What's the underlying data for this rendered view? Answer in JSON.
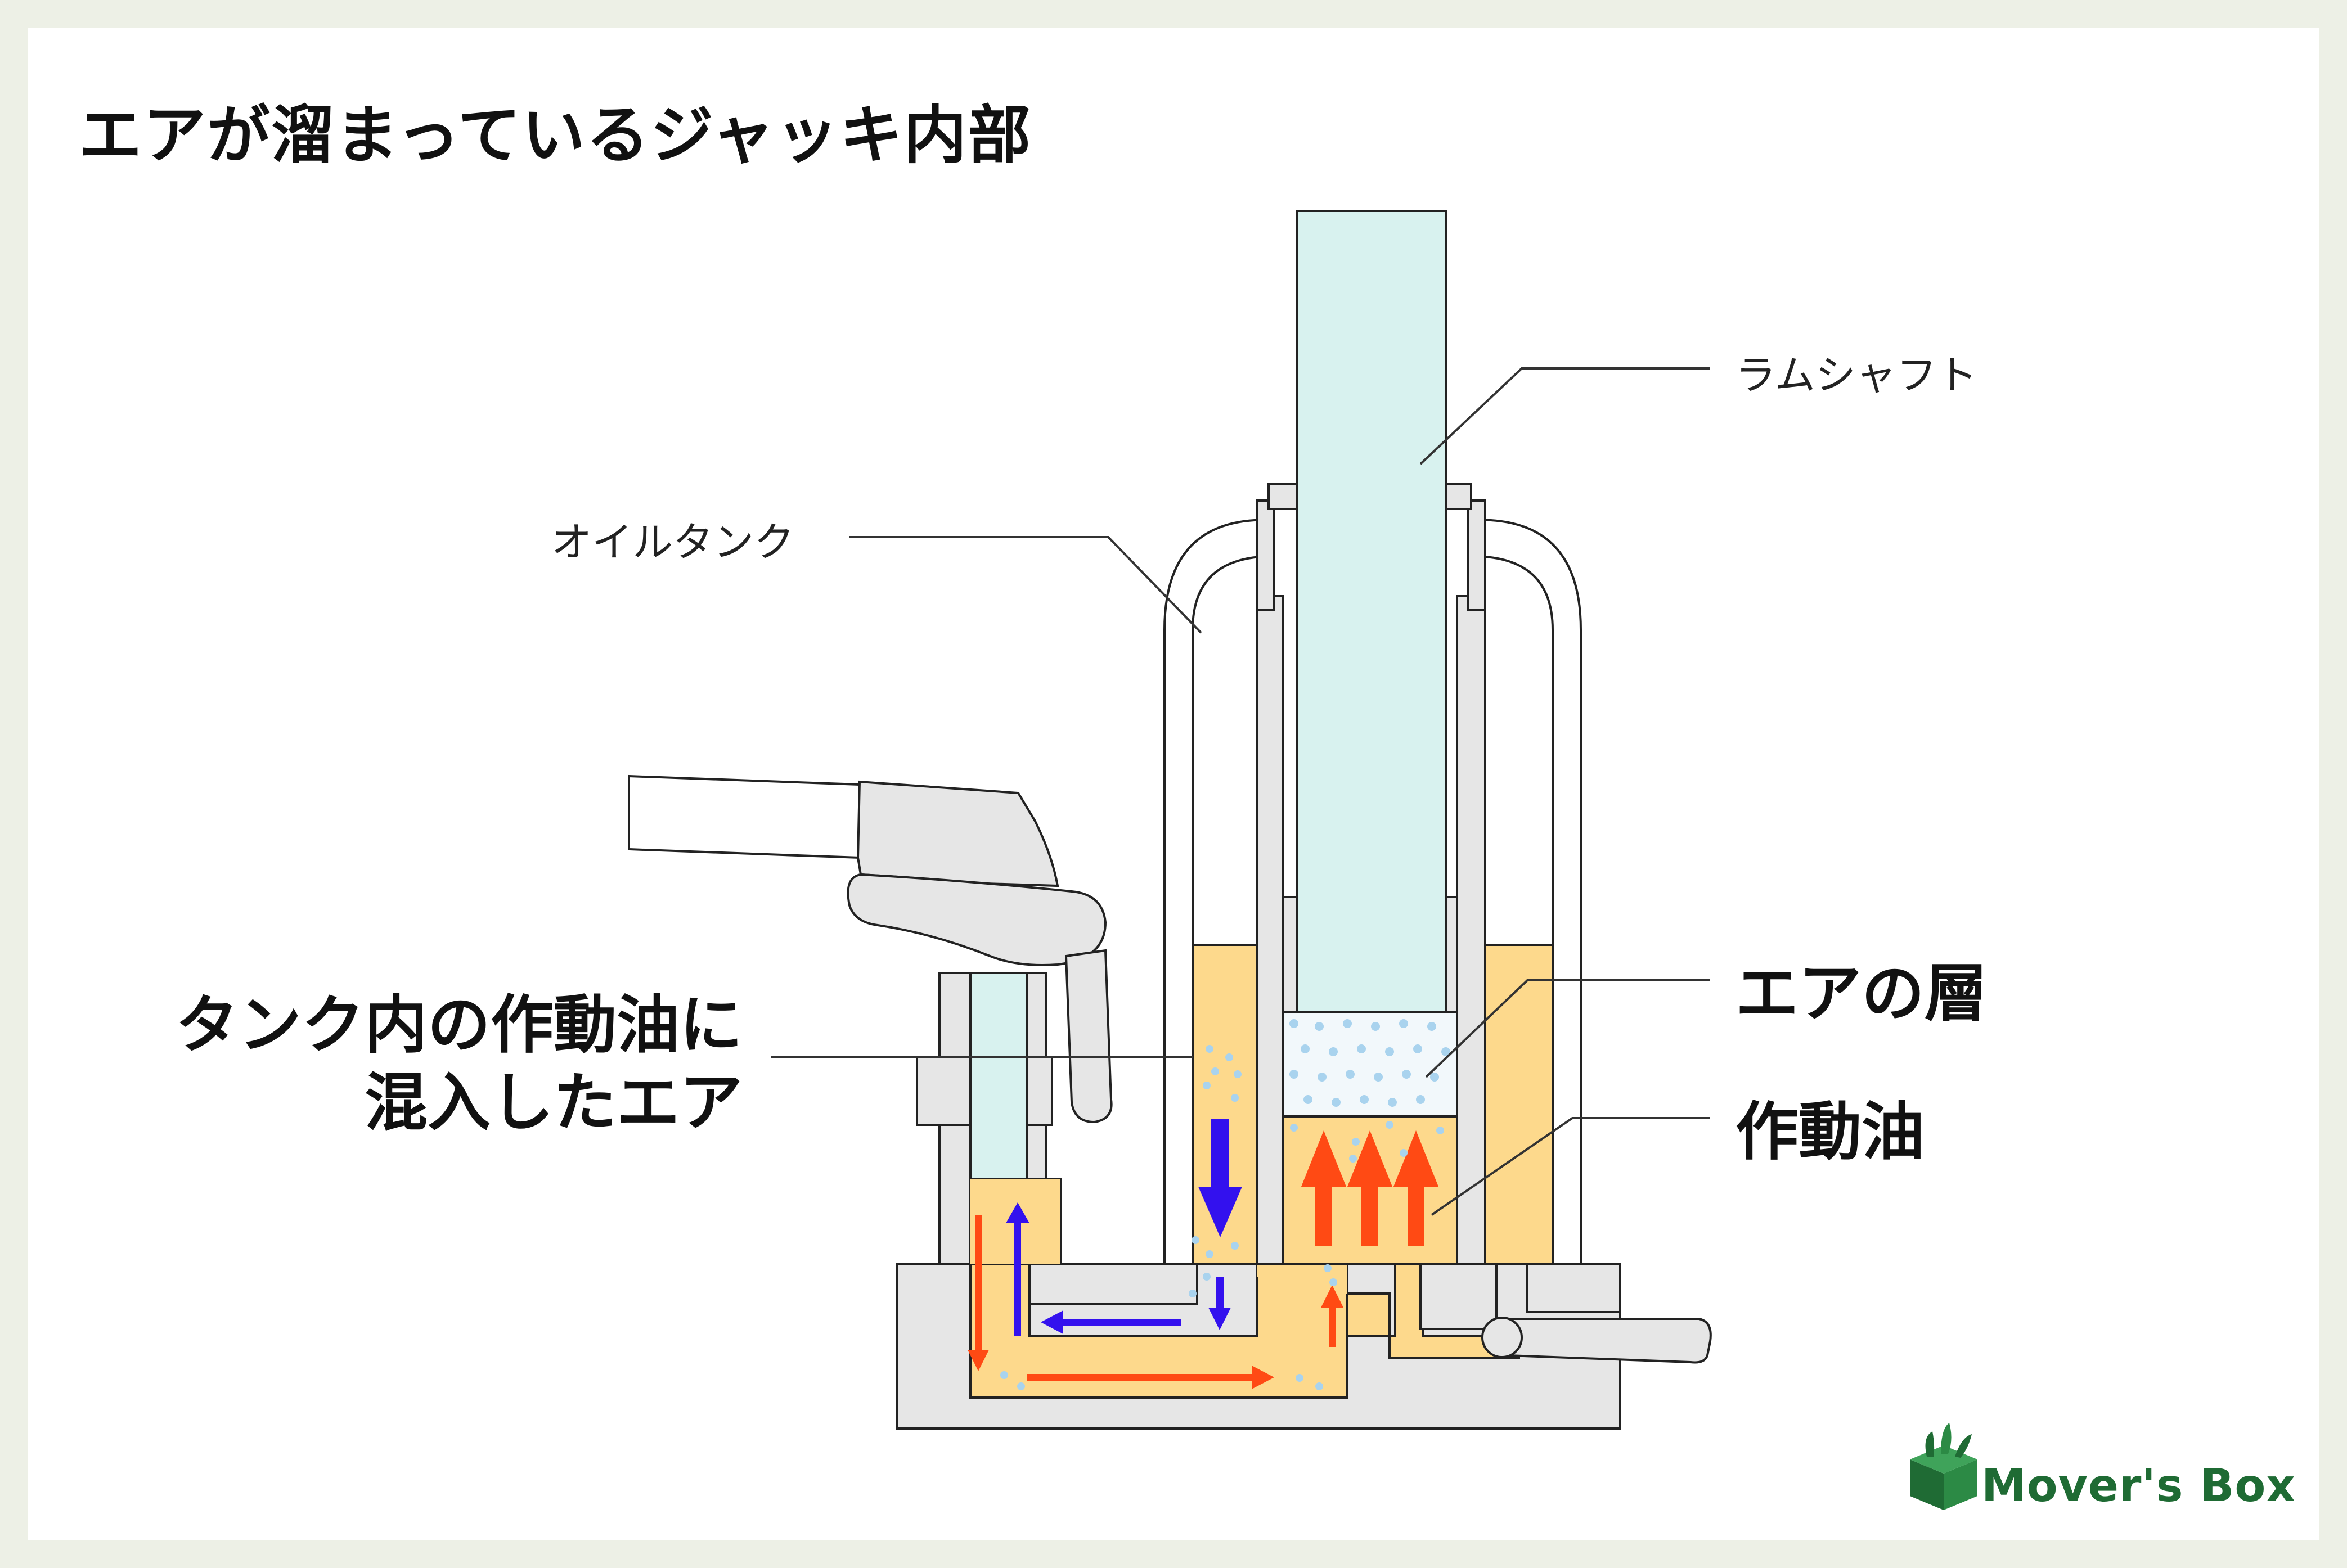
{
  "title": "エアが溜まっているジャッキ内部",
  "labels": {
    "ram_shaft": "ラムシャフト",
    "oil_tank": "オイルタンク",
    "tank_air_line1": "タンク内の作動油に",
    "tank_air_line2": "混入したエア",
    "air_layer": "エアの層",
    "hydraulic_oil": "作動油"
  },
  "logo": {
    "text": "Mover's Box",
    "icon": "box-with-leaves-icon"
  },
  "colors": {
    "oil": "#fdd98c",
    "ram": "#d8f2ef",
    "metal": "#e6e6e6",
    "arrow_down": "#3311ee",
    "arrow_up": "#ff4a14",
    "bubble": "#a9d3ee",
    "brand": "#1f6b34"
  }
}
